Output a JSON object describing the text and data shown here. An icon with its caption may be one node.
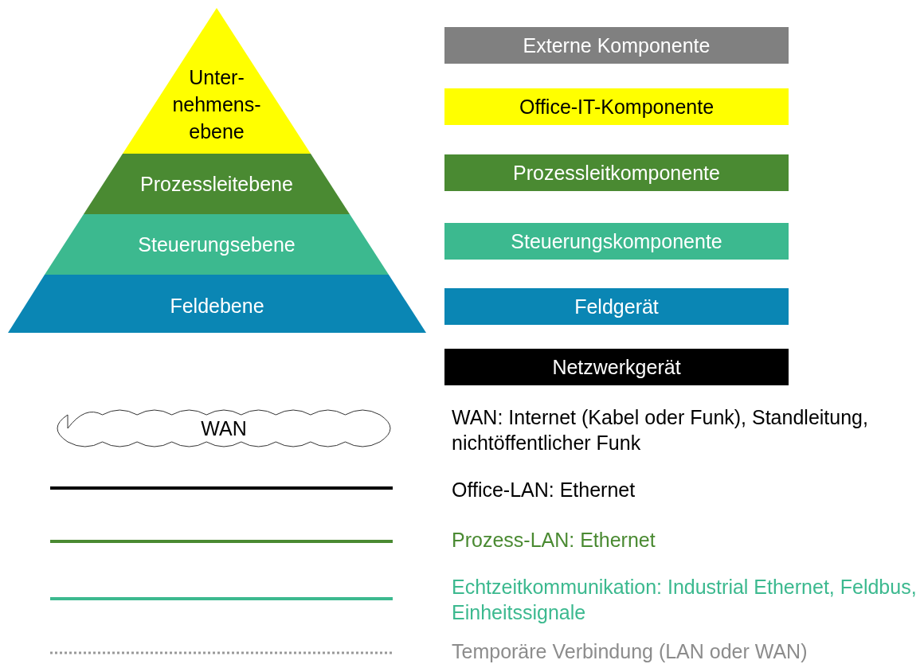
{
  "diagram": {
    "nodes": [
      {
        "text": [
          "Unter- nehmens- ebene"
        ]
      },
      {
        "text": [
          "Prozessleitebene"
        ]
      },
      {
        "text": [
          "Steuerungsebene"
        ]
      },
      {
        "text": [
          "Feldebene"
        ]
      },
      {
        "text": [
          "WAN"
        ]
      }
    ],
    "edges": [],
    "legend": [
      {
        "text": "Externe Komponente",
        "color": "#808080"
      },
      {
        "text": "Office-IT-Komponente",
        "color": "#ffff00"
      },
      {
        "text": "Prozessleitkomponente",
        "color": "#4a8a32"
      },
      {
        "text": "Steuerungskomponente",
        "color": "#3cb98f"
      },
      {
        "text": "Feldgerät",
        "color": "#0a86b4"
      },
      {
        "text": "Netzwerkgerät",
        "color": "#000000"
      },
      {
        "text": "WAN: Internet (Kabel oder Funk), Standleitung, nichtöffentlicher Funk"
      },
      {
        "text": "Office-LAN: Ethernet"
      },
      {
        "text": "Prozess-LAN: Ethernet"
      },
      {
        "text": "Echtzeitkommunikation: Industrial Ethernet, Feldbus, Einheitssignale"
      },
      {
        "text": "Temporäre Verbindung (LAN oder WAN)"
      }
    ]
  }
}
